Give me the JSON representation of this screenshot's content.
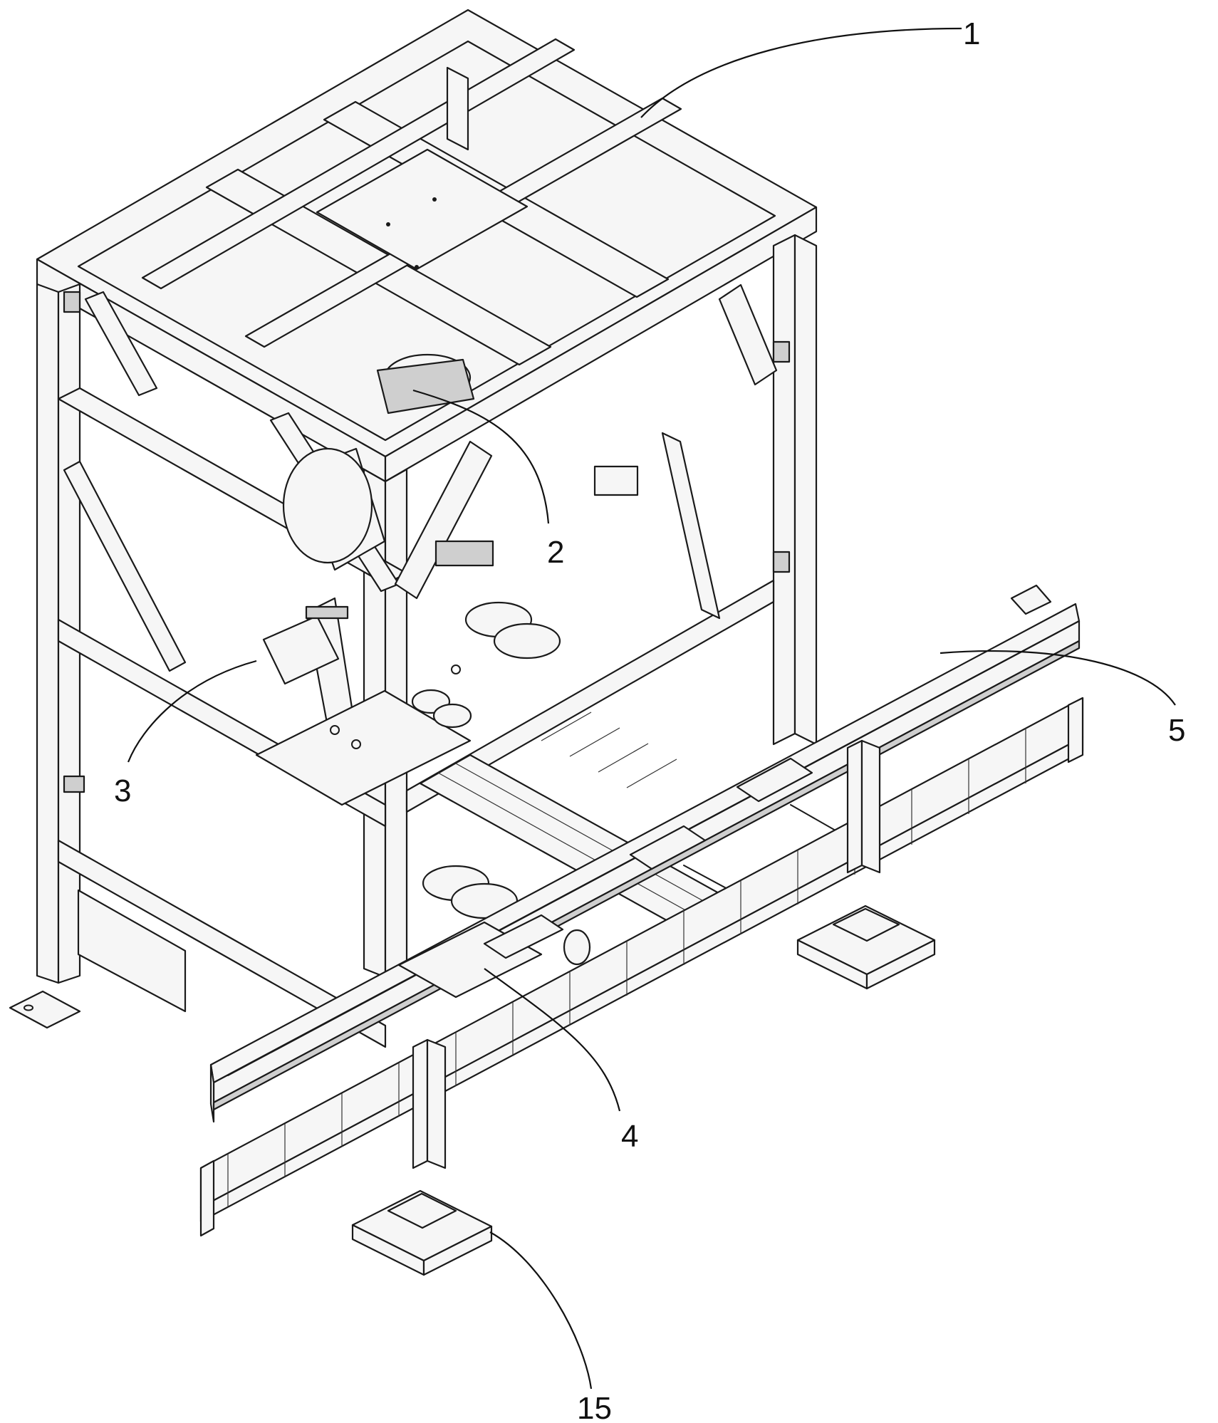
{
  "labels": {
    "frame": "1",
    "robot": "2",
    "gripper": "3",
    "carriage": "4",
    "rail": "5",
    "base": "15"
  }
}
